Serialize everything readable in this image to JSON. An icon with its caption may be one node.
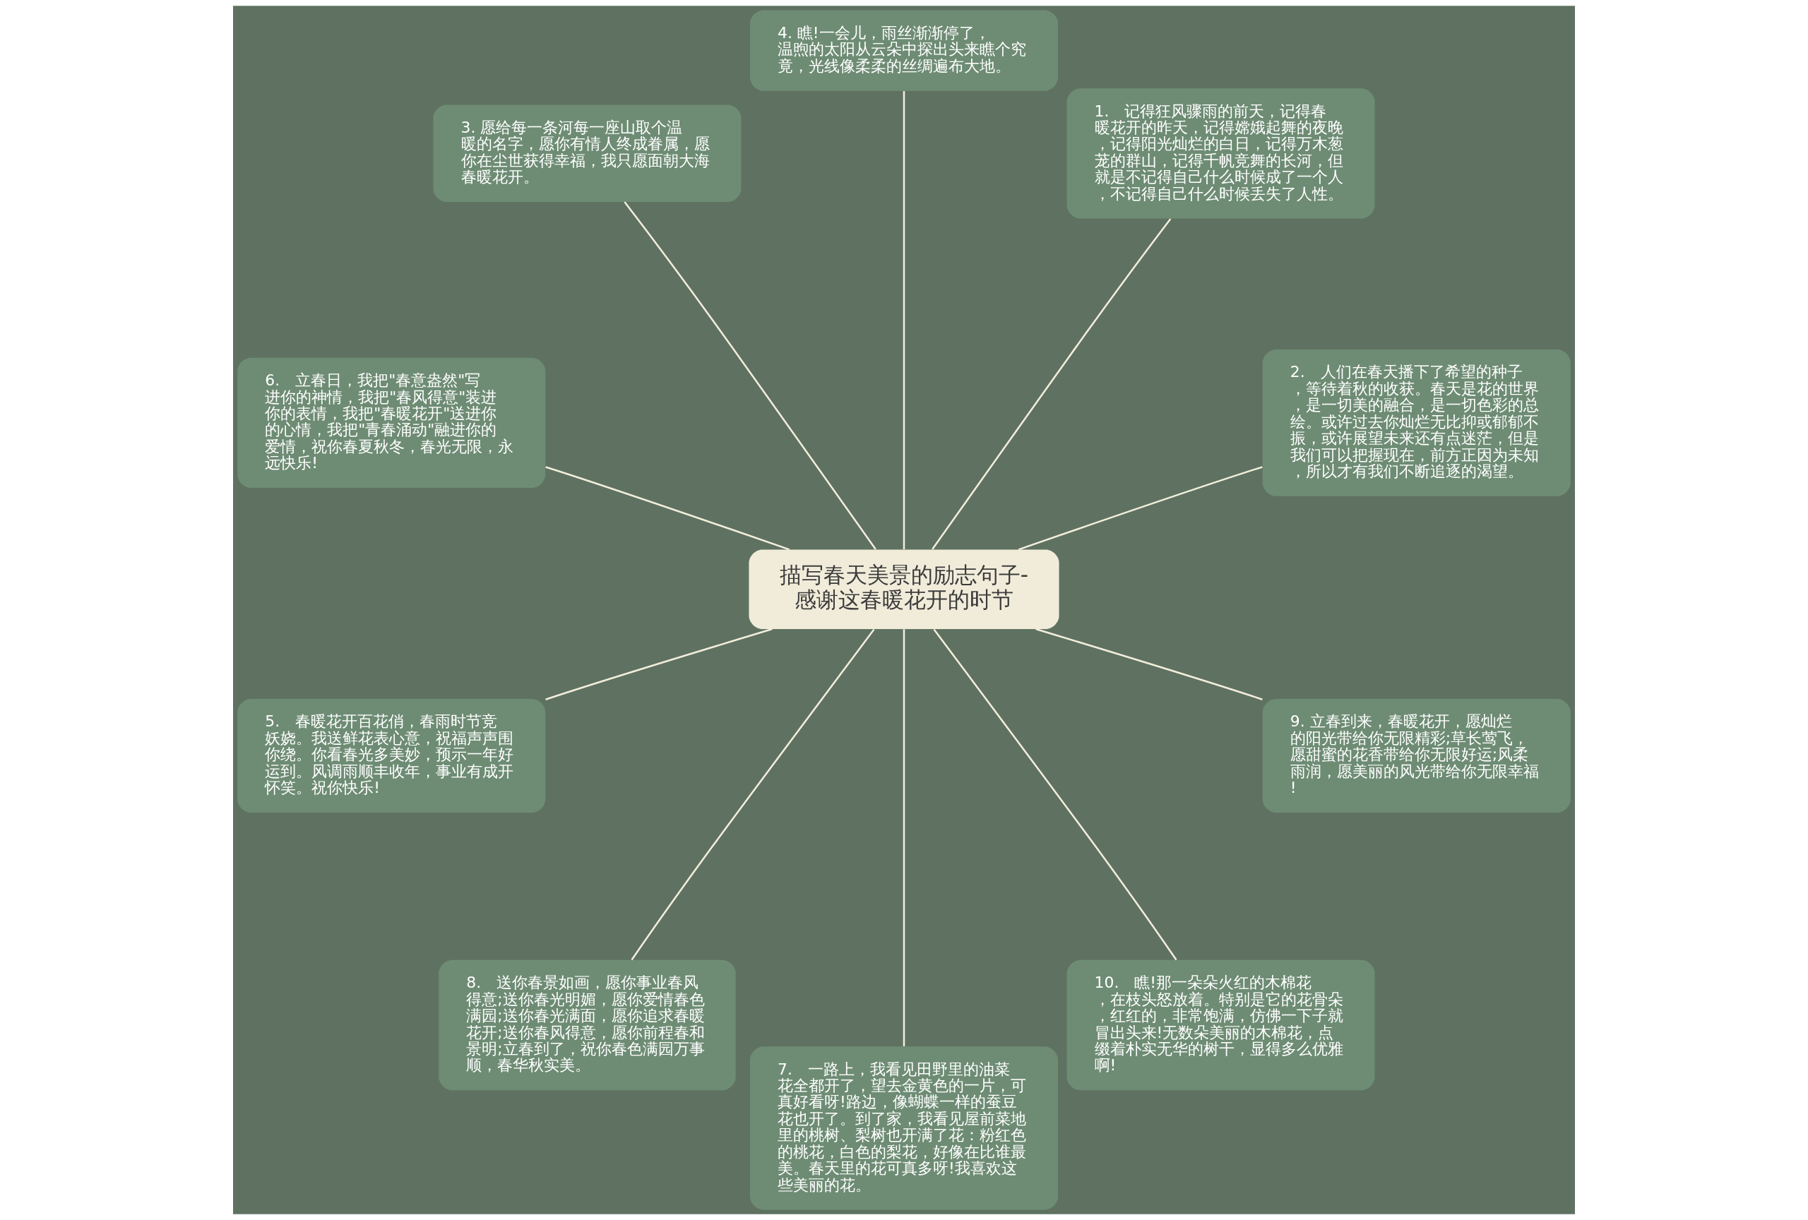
{
  "diagram": {
    "nodes": [
      {
        "text": [
          "描写春天美景的励志句子-感谢这春暖花开的时节"
        ]
      },
      {
        "text": [
          "2.　人们在春天播下了希望的种子，等待着秋的收获。春天是花的世界，是一切美的融合，是一切色彩的总绘。或许过去你灿烂无比抑或郁郁不振，或许展望未来还有点迷茫，但是我们可以把握现在，前方正因为未知，所以才有我们不断追逐的渴望。"
        ]
      },
      {
        "text": [
          "1.　记得狂风骤雨的前天，记得春暖花开的昨天，记得嫦娥起舞的夜晚，记得阳光灿烂的白日，记得万木葱茏的群山，记得千帆竞舞的长河，但就是不记得自己什么时候成了一个人，不记得自己什么时候丢失了人性。"
        ]
      },
      {
        "text": [
          "4. 瞧!一会儿，雨丝渐渐停了，温煦的太阳从云朵中探出头来瞧个究竟，光线像柔柔的丝绸遍布大地。"
        ]
      },
      {
        "text": [
          "3. 愿给每一条河每一座山取个温暖的名字，愿你有情人终成眷属，愿你在尘世获得幸福，我只愿面朝大海春暖花开。"
        ]
      },
      {
        "text": [
          "6.　立春日，我把\"春意盎然\"写进你的神情，我把\"春风得意\"装进你的表情，我把\"春暖花开\"送进你的心情，我把\"青春涌动\"融进你的爱情，祝你春夏秋冬，春光无限，永远快乐!"
        ]
      },
      {
        "text": [
          "5.　春暖花开百花俏，春雨时节竞妖娆。我送鲜花表心意，祝福声声围你绕。你看春光多美妙，预示一年好运到。风调雨顺丰收年，事业有成开怀笑。祝你快乐!"
        ]
      },
      {
        "text": [
          "8.　送你春景如画，愿你事业春风得意;送你春光明媚，愿你爱情春色满园;送你春光满面，愿你追求春暖花开;送你春风得意，愿你前程春和景明;立春到了，祝你春色满园万事顺，春华秋实美。"
        ]
      },
      {
        "text": [
          "7.　一路上，我看见田野里的油菜花全都开了，望去金黄色的一片，可真好看呀!路边，像蝴蝶一样的蚕豆花也开了。到了家，我看见屋前菜地里的桃树、梨树也开满了花：粉红色的桃花，白色的梨花，好像在比谁最美。春天里的花可真多呀!我喜欢这些美丽的花。"
        ]
      },
      {
        "text": [
          "10.　瞧!那一朵朵火红的木棉花，在枝头怒放着。特别是它的花骨朵，红红的，非常饱满，仿佛一下子就冒出头来!无数朵美丽的木棉花，点缀着朴实无华的树干，显得多么优雅啊!"
        ]
      },
      {
        "text": [
          "9. 立春到来，春暖花开，愿灿烂的阳光带给你无限精彩;草长莺飞，愿甜蜜的花香带给你无限好运;风柔雨润，愿美丽的风光带给你无限幸福!"
        ]
      }
    ],
    "edges": [
      {
        "from": 0,
        "to": 1,
        "arrow": "none"
      },
      {
        "from": 0,
        "to": 2,
        "arrow": "none"
      },
      {
        "from": 0,
        "to": 3,
        "arrow": "none"
      },
      {
        "from": 0,
        "to": 4,
        "arrow": "none"
      },
      {
        "from": 0,
        "to": 5,
        "arrow": "none"
      },
      {
        "from": 0,
        "to": 6,
        "arrow": "none"
      },
      {
        "from": 0,
        "to": 7,
        "arrow": "none"
      },
      {
        "from": 0,
        "to": 8,
        "arrow": "none"
      },
      {
        "from": 0,
        "to": 9,
        "arrow": "none"
      },
      {
        "from": 0,
        "to": 10,
        "arrow": "none"
      }
    ]
  }
}
